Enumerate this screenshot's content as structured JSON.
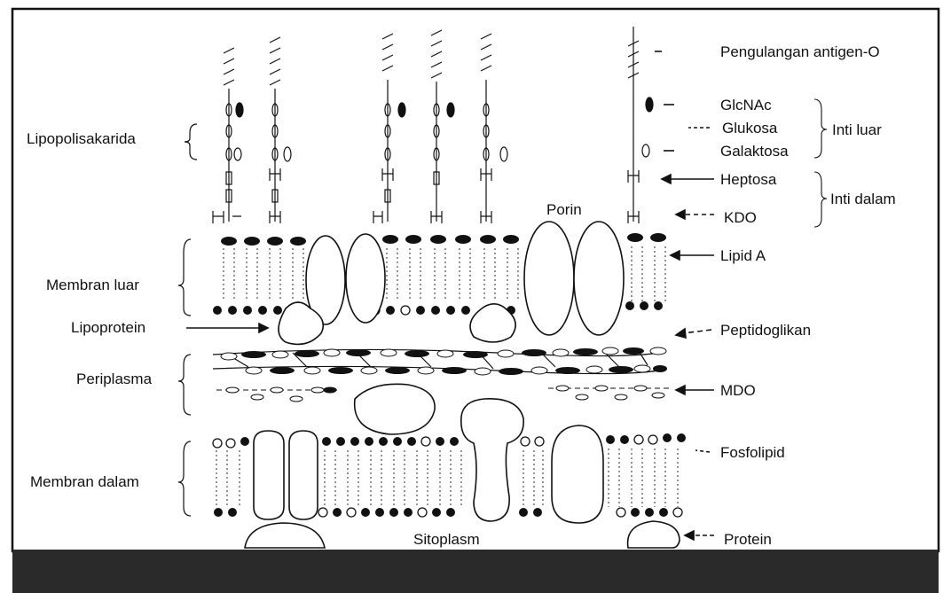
{
  "labels": {
    "left": {
      "lipopolisakarida": "Lipopolisakarida",
      "membran_luar": "Membran luar",
      "lipoprotein": "Lipoprotein",
      "periplasma": "Periplasma",
      "membran_dalam": "Membran dalam"
    },
    "right": {
      "antigen_o": "Pengulangan antigen-O",
      "glcnac": "GlcNAc",
      "glukosa": "Glukosa",
      "galaktosa": "Galaktosa",
      "heptosa": "Heptosa",
      "kdo": "KDO",
      "lipid_a": "Lipid A",
      "peptidoglikan": "Peptidoglikan",
      "mdo": "MDO",
      "fosfolipid": "Fosfolipid",
      "protein": "Protein"
    },
    "groups": {
      "inti_luar": "Inti luar",
      "inti_dalam": "Inti dalam"
    },
    "center": {
      "porin": "Porin",
      "sitoplasm": "Sitoplasm"
    }
  },
  "colors": {
    "ink": "#111111",
    "background": "#ffffff",
    "bottom_band": "#2a2a2a"
  }
}
